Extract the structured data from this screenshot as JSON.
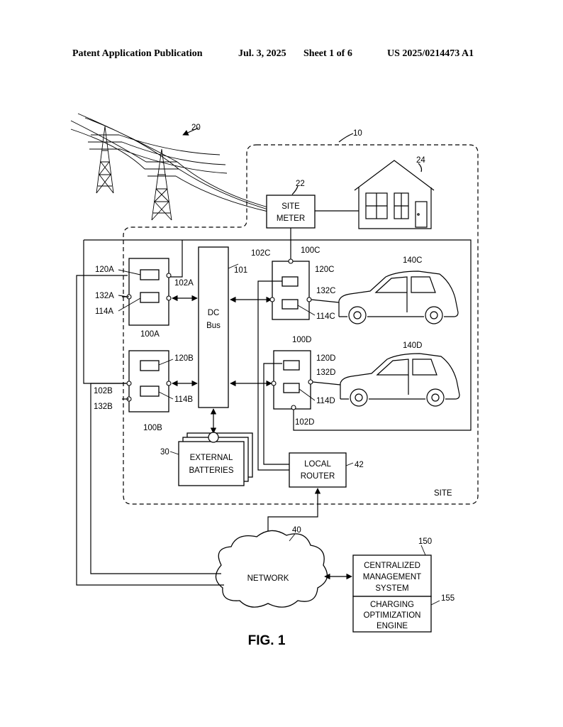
{
  "header": {
    "left": "Patent Application Publication",
    "date": "Jul. 3, 2025",
    "sheet": "Sheet 1 of 6",
    "number": "US 2025/0214473 A1"
  },
  "figure": {
    "caption": "FIG. 1",
    "site_label": "SITE",
    "blocks": {
      "site_meter": [
        "SITE",
        "METER"
      ],
      "dc_bus": [
        "DC",
        "Bus"
      ],
      "external_batteries": [
        "EXTERNAL",
        "BATTERIES"
      ],
      "local_router": [
        "LOCAL",
        "ROUTER"
      ],
      "network": "NETWORK",
      "cms": [
        "CENTRALIZED",
        "MANAGEMENT",
        "SYSTEM"
      ],
      "engine": [
        "CHARGING",
        "OPTIMIZATION",
        "ENGINE"
      ]
    },
    "refs": {
      "r20": "20",
      "r10": "10",
      "r24": "24",
      "r22": "22",
      "r101": "101",
      "r102C": "102C",
      "r100C": "100C",
      "r120C": "120C",
      "r132C": "132C",
      "r114C": "114C",
      "r140C": "140C",
      "r120A": "120A",
      "r102A": "102A",
      "r132A": "132A",
      "r114A": "114A",
      "r100A": "100A",
      "r120B": "120B",
      "r102B": "102B",
      "r132B": "132B",
      "r114B": "114B",
      "r100B": "100B",
      "r100D": "100D",
      "r120D": "120D",
      "r132D": "132D",
      "r114D": "114D",
      "r102D": "102D",
      "r140D": "140D",
      "r30": "30",
      "r42": "42",
      "r40": "40",
      "r150": "150",
      "r155": "155"
    }
  }
}
